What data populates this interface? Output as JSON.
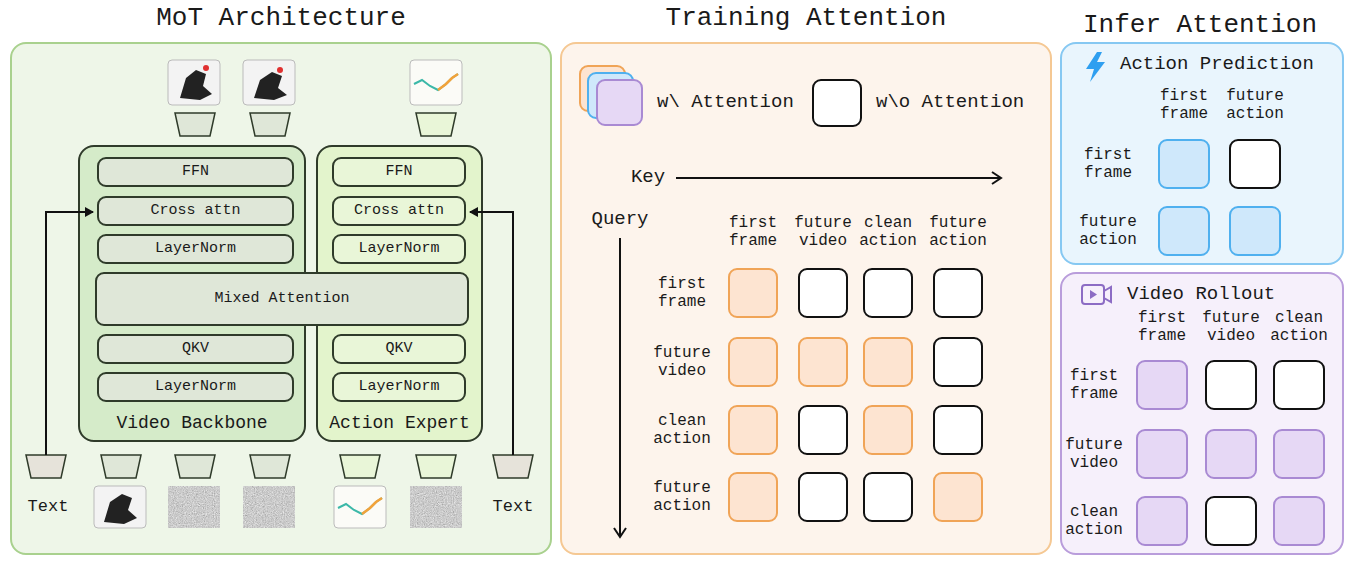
{
  "diagram": {
    "nodes": [
      {
        "text": [
          "MoT Architecture"
        ]
      },
      {
        "text": [
          "Video Backbone"
        ],
        "in": 0
      },
      {
        "text": [
          "FFN"
        ],
        "in": 1
      },
      {
        "text": [
          "Cross attn"
        ],
        "in": 1
      },
      {
        "text": [
          "LayerNorm"
        ],
        "in": 1
      },
      {
        "text": [
          "QKV"
        ],
        "in": 1
      },
      {
        "text": [
          "LayerNorm"
        ],
        "in": 1
      },
      {
        "text": [
          "Action Expert"
        ],
        "in": 0
      },
      {
        "text": [
          "FFN"
        ],
        "in": 7
      },
      {
        "text": [
          "Cross attn"
        ],
        "in": 7
      },
      {
        "text": [
          "LayerNorm"
        ],
        "in": 7
      },
      {
        "text": [
          "QKV"
        ],
        "in": 7
      },
      {
        "text": [
          "LayerNorm"
        ],
        "in": 7
      },
      {
        "text": [
          "Mixed Attention"
        ],
        "in": 0
      },
      {
        "text": [
          "Training Attention"
        ]
      },
      {
        "text": [
          "Action Prediction"
        ]
      },
      {
        "text": [
          "Video Rollout"
        ]
      }
    ],
    "labels": [
      "Text",
      "Text",
      "Key",
      "Query",
      "first frame",
      "future video",
      "clean action",
      "future action",
      "first frame",
      "future video",
      "clean action",
      "future action",
      "Infer Attention",
      "first frame",
      "future action",
      "first frame",
      "future action",
      "first frame",
      "future video",
      "clean action",
      "first frame",
      "future video",
      "clean action"
    ],
    "legend": [
      {
        "text": "w\\ Attention"
      },
      {
        "text": "w\\o Attention"
      }
    ]
  }
}
